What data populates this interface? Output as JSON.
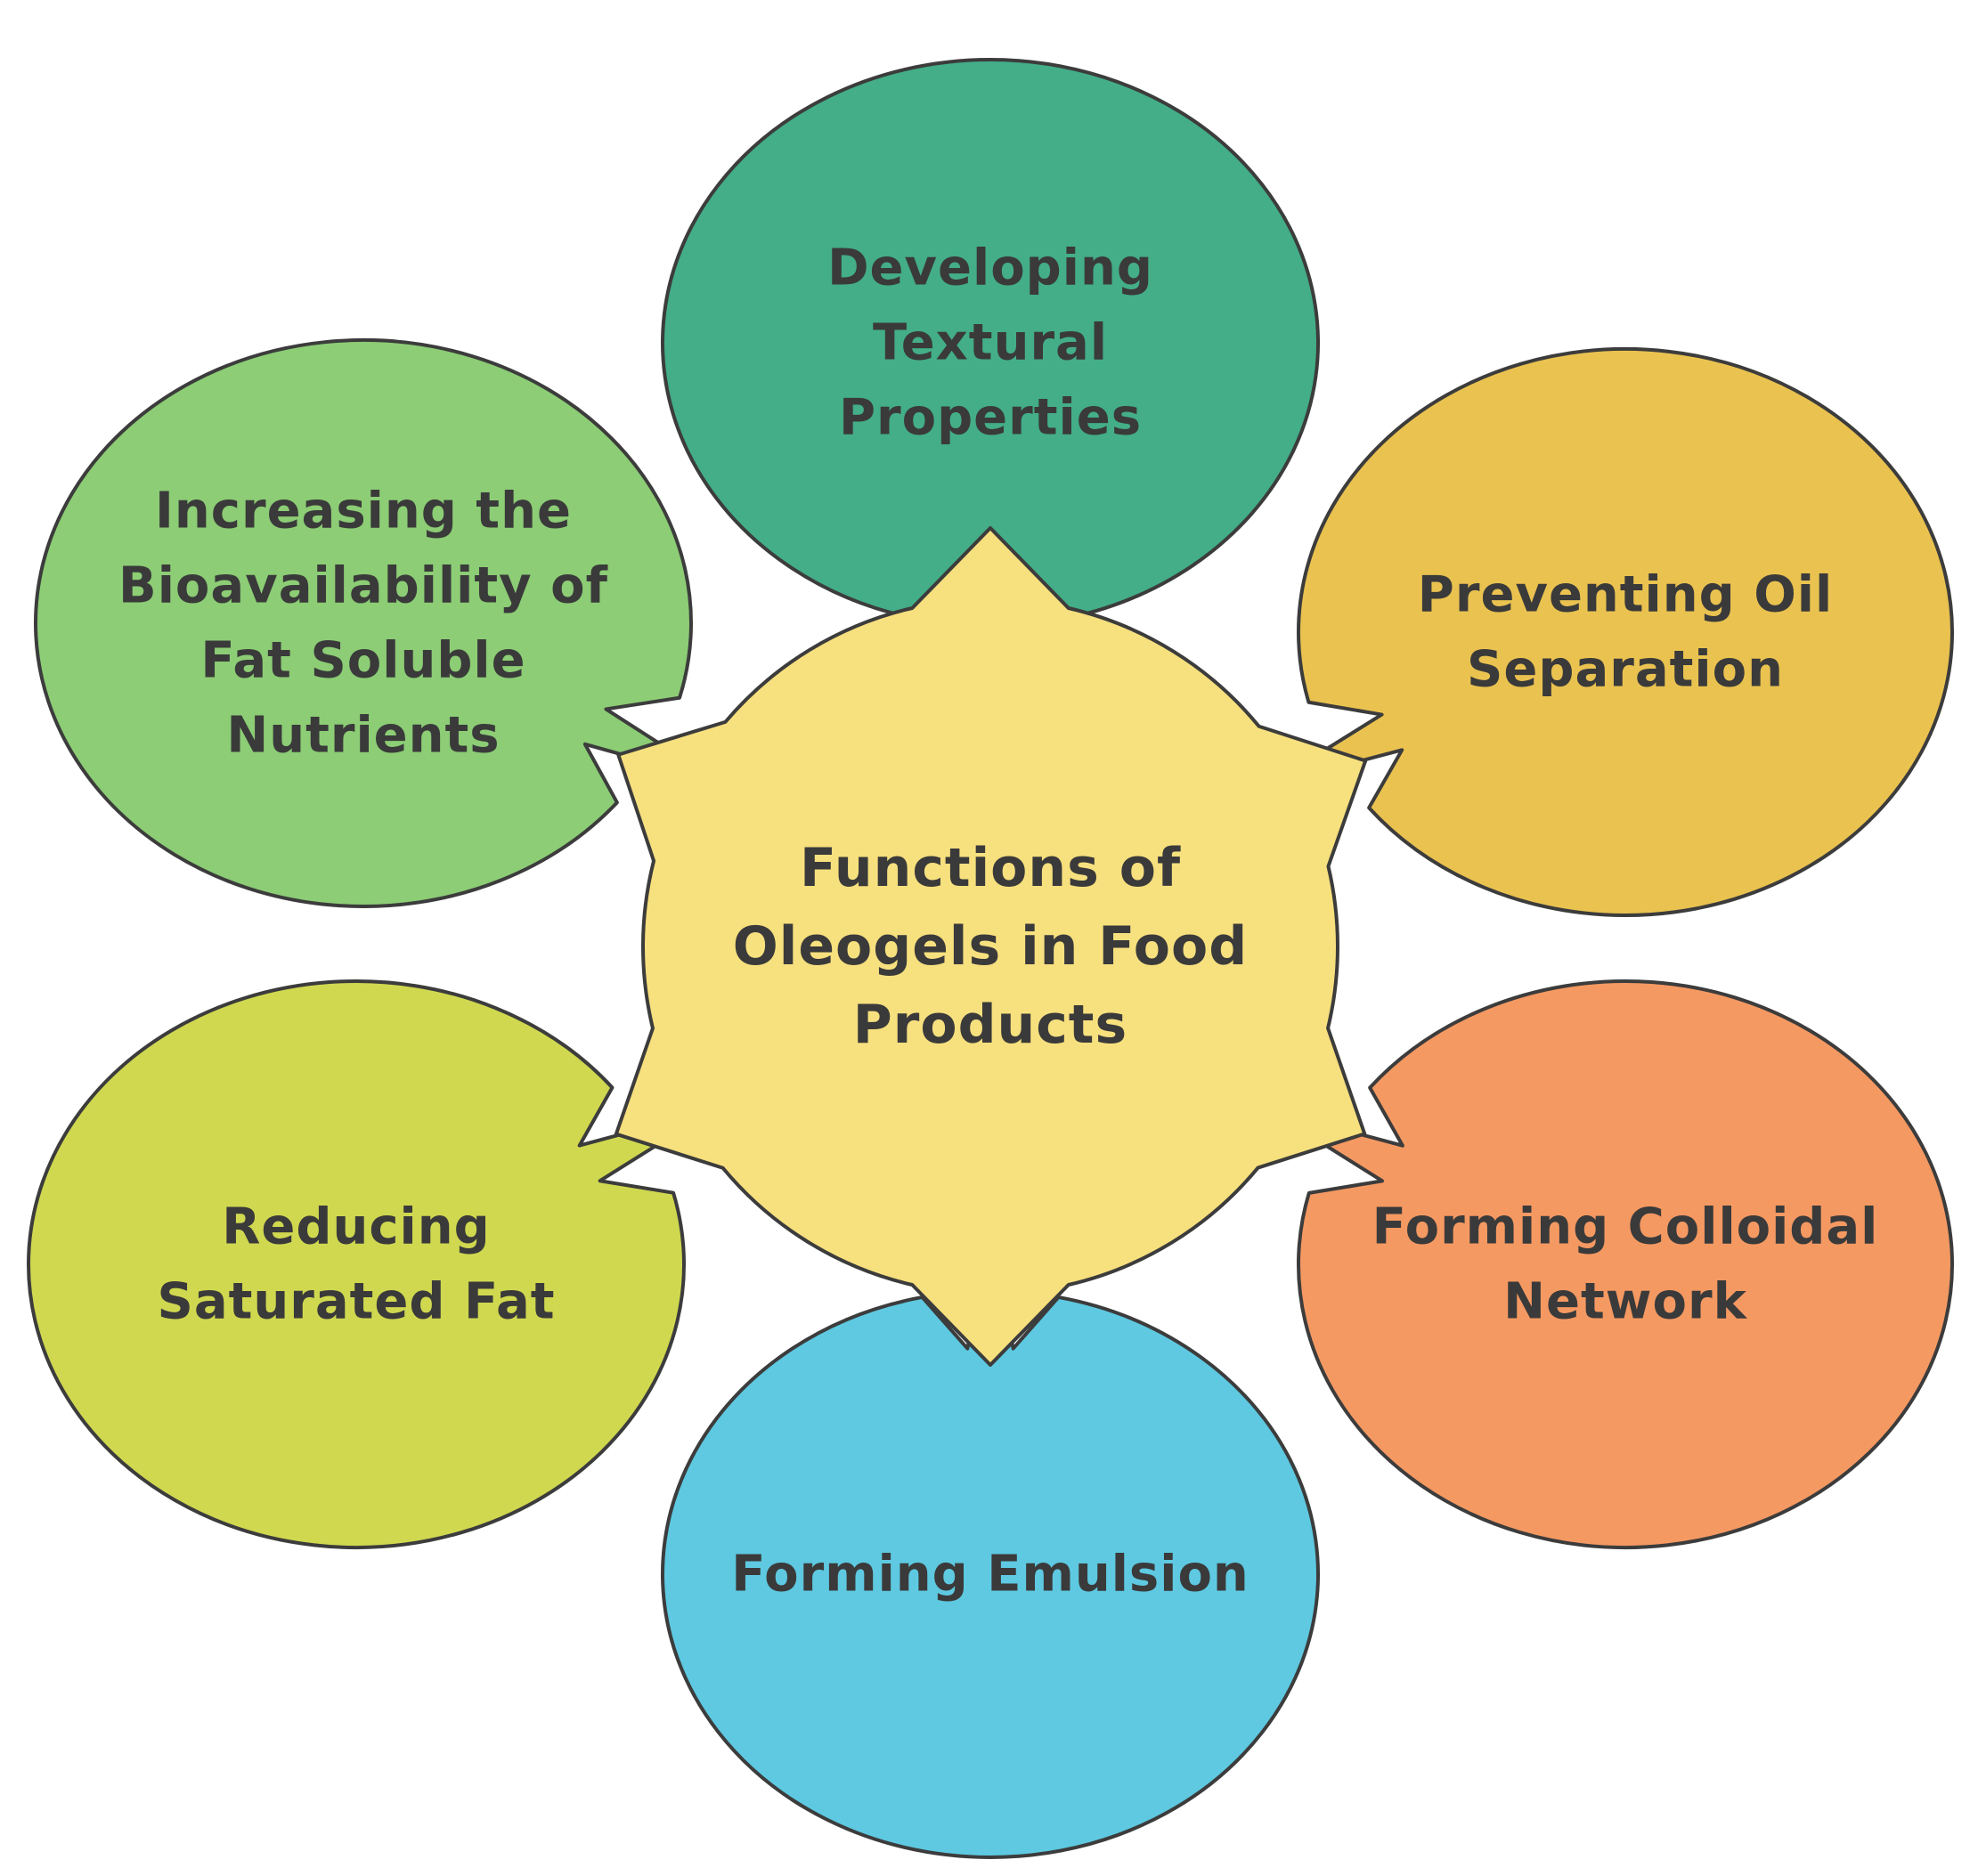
{
  "center": {
    "lines": [
      "Functions of",
      "Oleogels in Food",
      "Products"
    ],
    "fill": "#f7e07e"
  },
  "nodes": [
    {
      "id": "developing-textural-properties",
      "lines": [
        "Developing",
        "Textural",
        "Properties"
      ],
      "fill": "#43ae87"
    },
    {
      "id": "preventing-oil-separation",
      "lines": [
        "Preventing Oil",
        "Separation"
      ],
      "fill": "#eac250"
    },
    {
      "id": "forming-colloidal-network",
      "lines": [
        "Forming Colloidal",
        "Network"
      ],
      "fill": "#f59962"
    },
    {
      "id": "forming-emulsion",
      "lines": [
        "Forming Emulsion"
      ],
      "fill": "#5ec9e1"
    },
    {
      "id": "reducing-saturated-fat",
      "lines": [
        "Reducing",
        "Saturated Fat"
      ],
      "fill": "#d0d850"
    },
    {
      "id": "increasing-bioavailability",
      "lines": [
        "Increasing the",
        "Bioavailability of",
        "Fat Soluble",
        "Nutrients"
      ],
      "fill": "#8ccd75"
    }
  ],
  "stroke": "#3c3c3c",
  "text_color": "#3a3a3a"
}
